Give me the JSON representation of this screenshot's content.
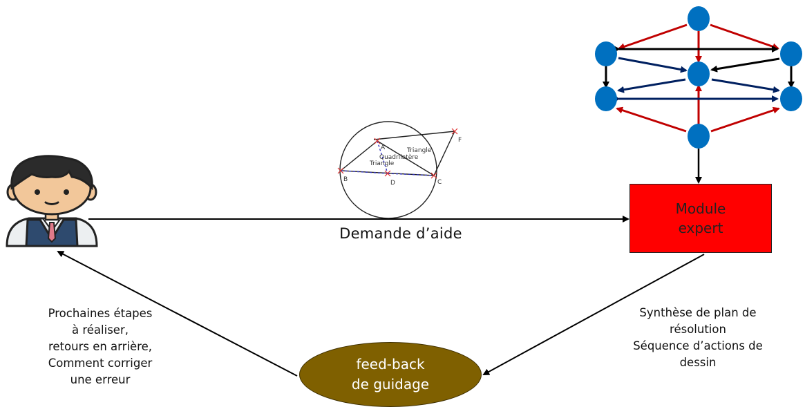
{
  "arrow_label": "Demande d’aide",
  "left_label": [
    "Prochaines étapes",
    "à réaliser,",
    "retours en arrière,",
    "Comment corriger",
    "une erreur"
  ],
  "right_label": [
    "Synthèse de plan de",
    "résolution",
    "Séquence d’actions de",
    "dessin"
  ],
  "module_expert": [
    "Module",
    "expert"
  ],
  "feedback": [
    "feed-back",
    "de guidage"
  ],
  "figure": {
    "points": [
      "A",
      "B",
      "C",
      "D",
      "F"
    ],
    "labels": [
      "Triangle",
      "Quadrilatère",
      "Triangle"
    ]
  },
  "colors": {
    "module_fill": "#ff0000",
    "feedback_fill": "#7f6000",
    "node_fill": "#0070c0",
    "edge_red": "#c00000",
    "edge_blue": "#002060",
    "edge_black": "#000000"
  },
  "icons": [
    "student-avatar-icon"
  ]
}
